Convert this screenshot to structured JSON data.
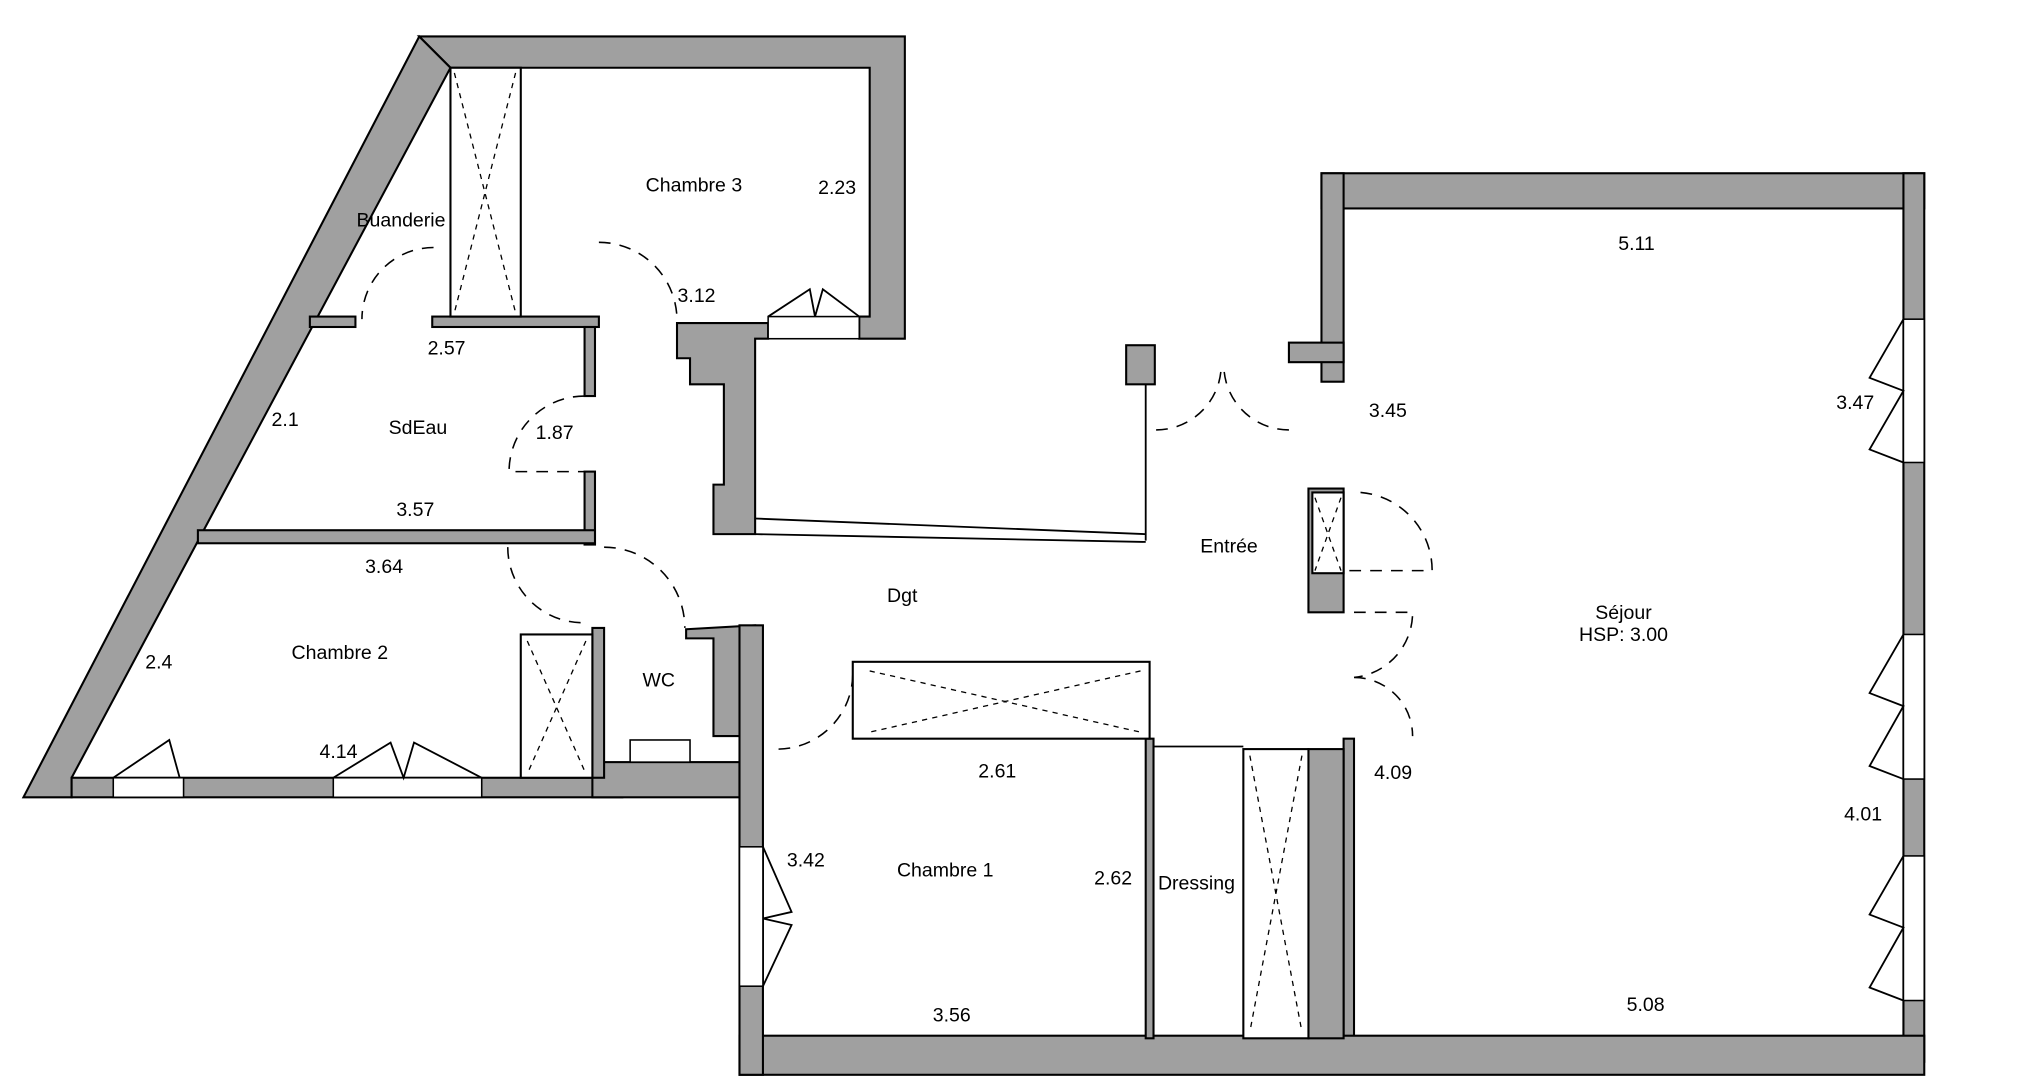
{
  "rooms": {
    "chambre3": "Chambre 3",
    "buanderie": "Buanderie",
    "sdeau": "SdEau",
    "chambre2": "Chambre 2",
    "wc": "WC",
    "dgt": "Dgt",
    "entree": "Entrée",
    "sejour": "Séjour",
    "sejour_hsp": "HSP: 3.00",
    "chambre1": "Chambre 1",
    "dressing": "Dressing"
  },
  "dimensions": {
    "d223": "2.23",
    "d312": "3.12",
    "d257": "2.57",
    "d21": "2.1",
    "d187": "1.87",
    "d357": "3.57",
    "d364": "3.64",
    "d24": "2.4",
    "d414": "4.14",
    "d345": "3.45",
    "d511": "5.11",
    "d347": "3.47",
    "d409": "4.09",
    "d401": "4.01",
    "d508": "5.08",
    "d261": "2.61",
    "d342": "3.42",
    "d262": "2.62",
    "d356": "3.56"
  }
}
